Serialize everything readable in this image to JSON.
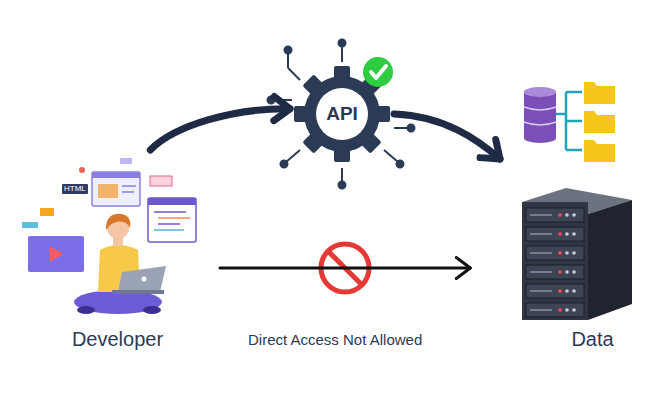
{
  "diagram": {
    "nodes": [
      {
        "text": [
          "Developer"
        ]
      },
      {
        "text": [
          "API"
        ]
      },
      {
        "text": [
          "Data"
        ]
      }
    ],
    "edges": [
      {
        "from": 0,
        "to": 1,
        "arrow": "to"
      },
      {
        "from": 1,
        "to": 2,
        "arrow": "to"
      },
      {
        "from": 0,
        "to": 2,
        "label": "Direct Access Not Allowed",
        "arrow": "to"
      }
    ],
    "labels": [
      "HTML"
    ]
  }
}
